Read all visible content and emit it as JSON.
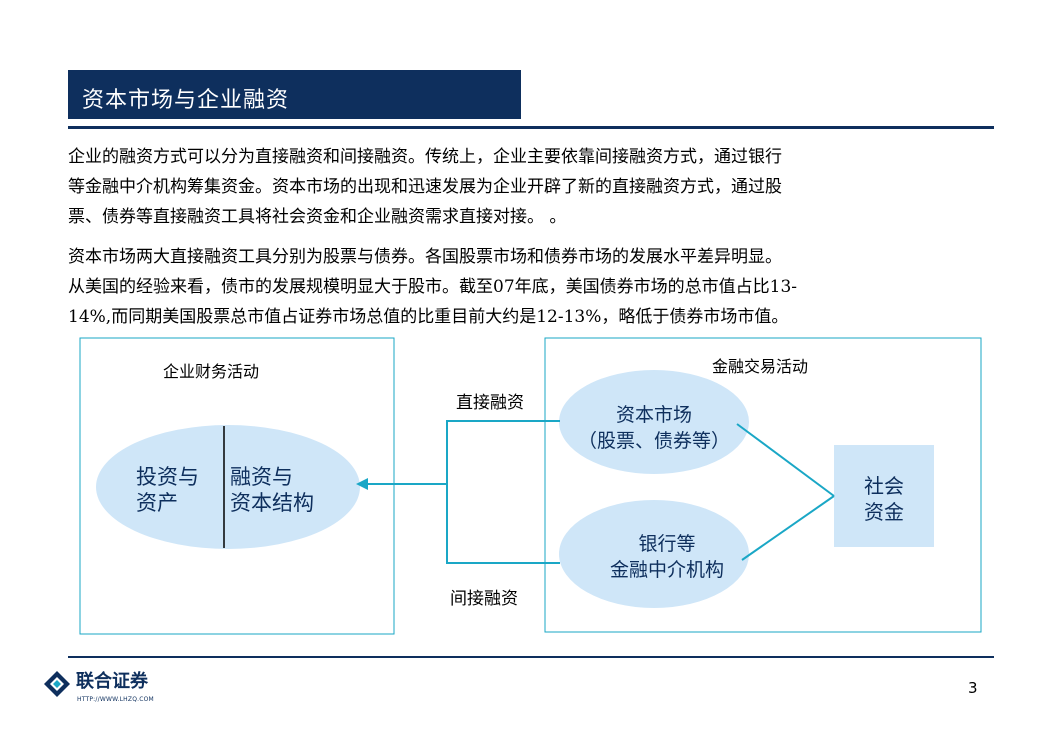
{
  "header": {
    "title": "资本市场与企业融资"
  },
  "body": {
    "paragraph1": [
      "企业的融资方式可以分为直接融资和间接融资。传统上，企业主要依靠间接融资方式，通过银行",
      "等金融中介机构筹集资金。资本市场的出现和迅速发展为企业开辟了新的直接融资方式，通过股",
      "票、债券等直接融资工具将社会资金和企业融资需求直接对接。 。"
    ],
    "paragraph2": [
      "资本市场两大直接融资工具分别为股票与债券。各国股票市场和债券市场的发展水平差异明显。",
      "从美国的经验来看，债市的发展规模明显大于股市。截至07年底，美国债券市场的总市值占比13-",
      "14%,而同期美国股票总市值占证券市场总值的比重目前大约是12-13%，略低于债券市场市值。"
    ]
  },
  "diagram": {
    "left_box_title": "企业财务活动",
    "left_ellipse": {
      "left_part": [
        "投资与",
        "资产"
      ],
      "right_part": [
        "融资与",
        "资本结构"
      ]
    },
    "right_box_title": "金融交易活动",
    "capital_market": [
      "资本市场",
      "（股票、债券等）"
    ],
    "bank": [
      "银行等",
      "金融中介机构"
    ],
    "social_funds": [
      "社会",
      "资金"
    ],
    "direct_label": "直接融资",
    "indirect_label": "间接融资"
  },
  "footer": {
    "logo_text": "联合证券",
    "logo_url": "HTTP://WWW.LHZQ.COM",
    "page_number": "3"
  },
  "colors": {
    "navy": "#0e2f5d",
    "ellipse_fill": "#cfe6f8",
    "box_fill": "#cfe6f8",
    "connector": "#1aa7c6"
  }
}
